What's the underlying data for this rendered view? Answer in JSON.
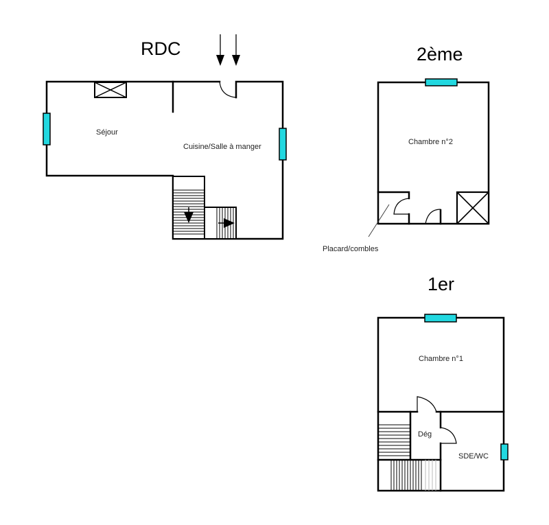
{
  "floors": {
    "rdc": {
      "title": "RDC",
      "rooms": {
        "sejour": "Séjour",
        "cuisine": "Cuisine/Salle à manger"
      }
    },
    "deuxieme": {
      "title": "2ème",
      "rooms": {
        "chambre2": "Chambre n°2",
        "placard": "Placard/combles"
      }
    },
    "premier": {
      "title": "1er",
      "rooms": {
        "chambre1": "Chambre n°1",
        "deg": "Dég",
        "sde": "SDE/WC"
      }
    }
  },
  "colors": {
    "window": "#22d8e0",
    "wall": "#000000",
    "background": "#ffffff"
  },
  "symbols": [
    "entrance-arrow",
    "window",
    "chimney-duct",
    "staircase",
    "door-swing"
  ]
}
